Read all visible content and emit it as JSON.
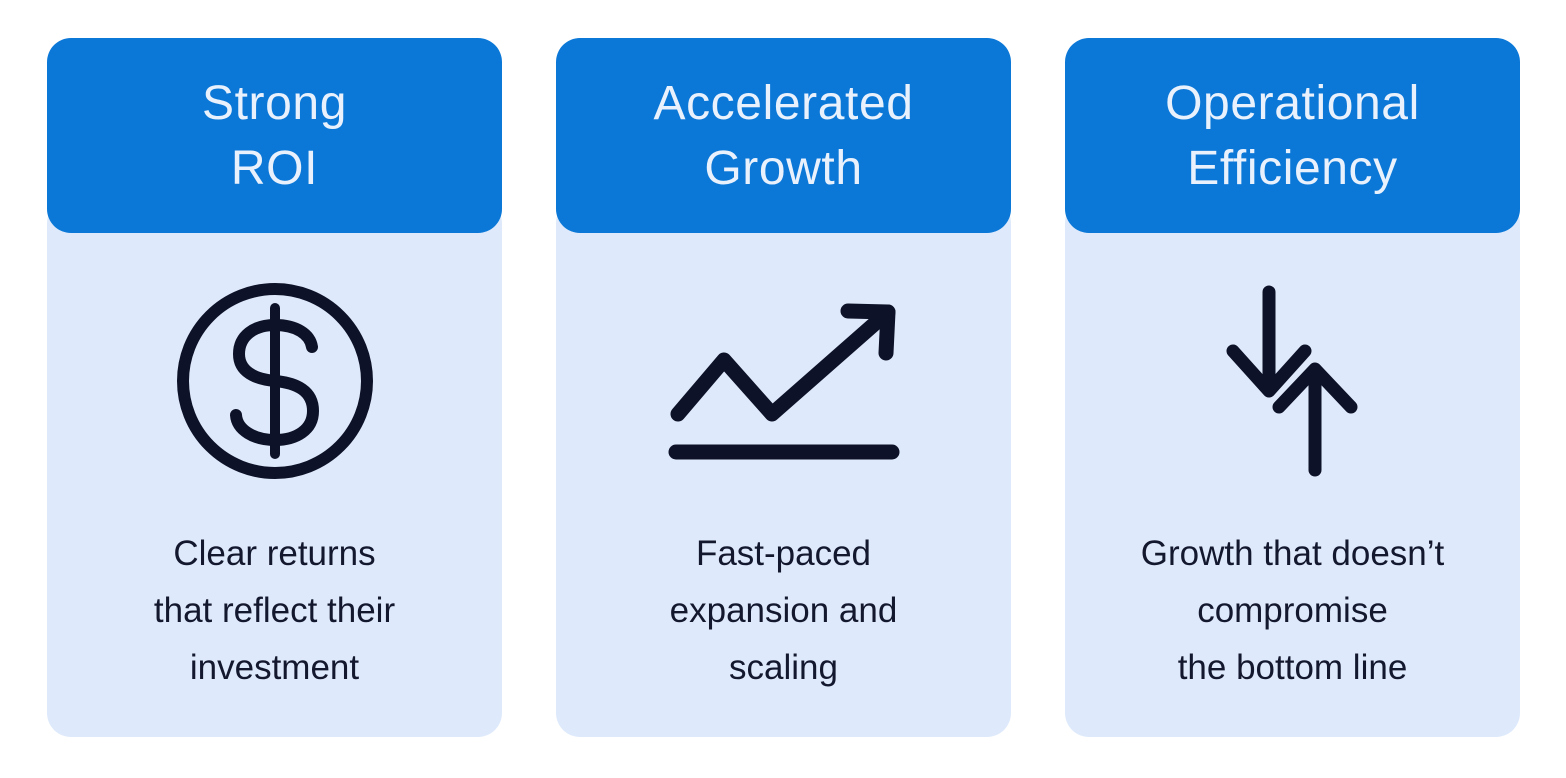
{
  "colors": {
    "page_bg": "#ffffff",
    "header_bg": "#0b78d8",
    "header_text": "#e9f1fc",
    "body_bg": "#deeafb",
    "body_text": "#14182f",
    "icon": "#0d1228"
  },
  "cards": [
    {
      "id": "strong-roi",
      "title": "Strong\nROI",
      "icon": "dollar-circle-icon",
      "description": "Clear returns\nthat reflect their\ninvestment"
    },
    {
      "id": "accelerated-growth",
      "title": "Accelerated\nGrowth",
      "icon": "growth-chart-icon",
      "description": "Fast-paced\nexpansion and\nscaling"
    },
    {
      "id": "operational-efficiency",
      "title": "Operational\nEfficiency",
      "icon": "down-up-arrows-icon",
      "description": "Growth that doesn’t\ncompromise\nthe bottom line"
    }
  ]
}
